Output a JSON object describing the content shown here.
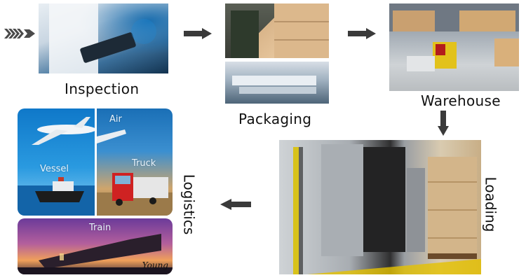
{
  "steps": {
    "inspection": "Inspection",
    "packaging": "Packaging",
    "warehouse": "Warehouse",
    "loading": "Loading",
    "logistics": "Logistics"
  },
  "logistics_modes": {
    "air": "Air",
    "vessel": "Vessel",
    "truck": "Truck",
    "train": "Train"
  },
  "signature": "Young",
  "colors": {
    "arrow": "#3a3a3a",
    "label": "#111111"
  }
}
